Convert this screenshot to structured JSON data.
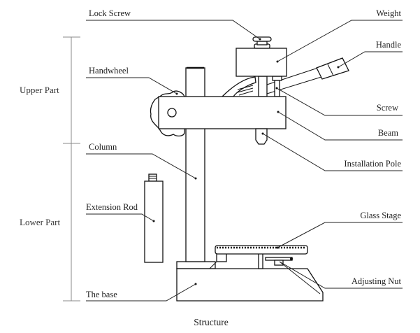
{
  "figure": {
    "caption": "Structure",
    "groups": [
      {
        "id": "upper",
        "label": "Upper Part"
      },
      {
        "id": "lower",
        "label": "Lower Part"
      }
    ],
    "labels": {
      "lock_screw": "Lock Screw",
      "handwheel": "Handwheel",
      "column": "Column",
      "extension_rod": "Extension Rod",
      "the_base": "The base",
      "weight": "Weight",
      "handle": "Handle",
      "screw": "Screw",
      "beam": "Beam",
      "installation_pole": "Installation Pole",
      "glass_stage": "Glass Stage",
      "adjusting_nut": "Adjusting Nut"
    }
  }
}
